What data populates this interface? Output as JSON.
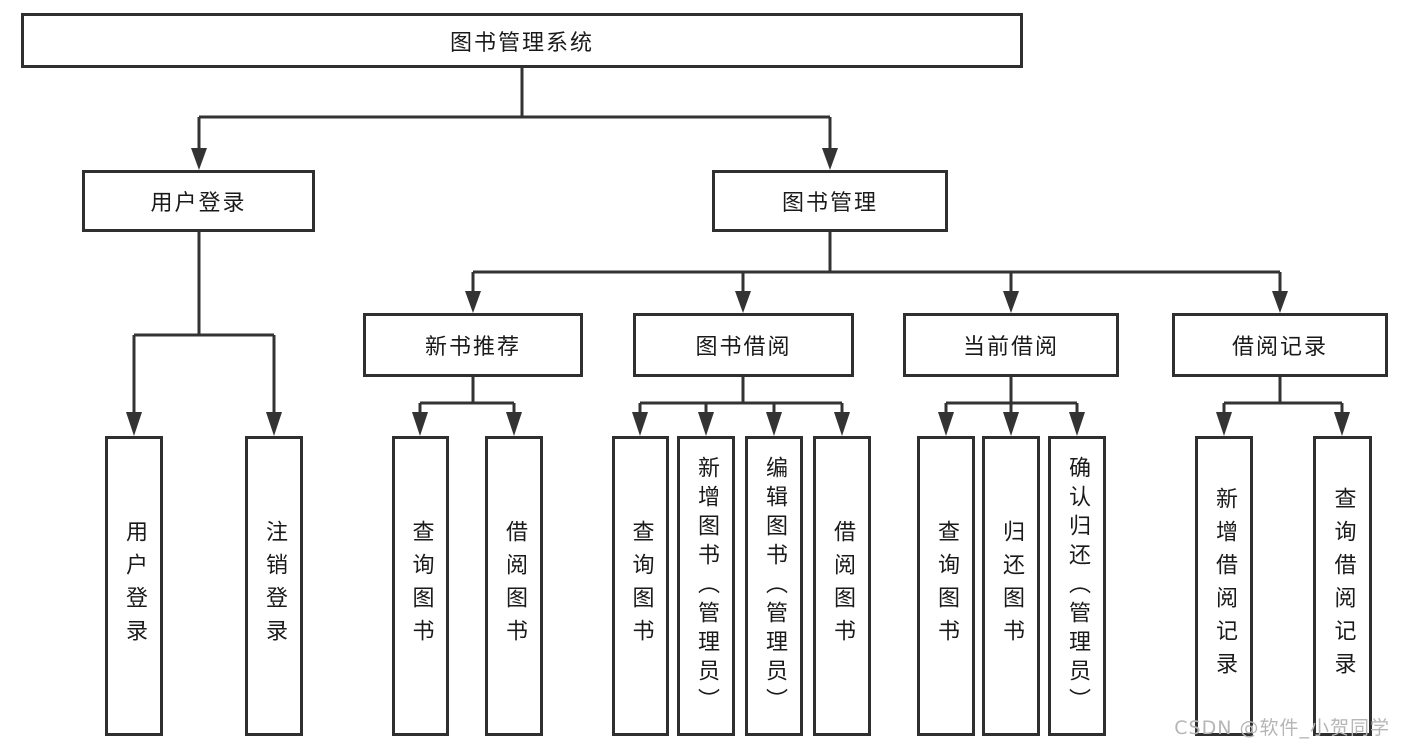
{
  "diagram": {
    "tree": {
      "label": "图书管理系统",
      "children": [
        {
          "label": "用户登录",
          "children": [
            {
              "label": "用户登录"
            },
            {
              "label": "注销登录"
            }
          ]
        },
        {
          "label": "图书管理",
          "children": [
            {
              "label": "新书推荐",
              "children": [
                {
                  "label": "查询图书"
                },
                {
                  "label": "借阅图书"
                }
              ]
            },
            {
              "label": "图书借阅",
              "children": [
                {
                  "label": "查询图书"
                },
                {
                  "label": "新增图书（管理员）"
                },
                {
                  "label": "编辑图书（管理员）"
                },
                {
                  "label": "借阅图书"
                }
              ]
            },
            {
              "label": "当前借阅",
              "children": [
                {
                  "label": "查询图书"
                },
                {
                  "label": "归还图书"
                },
                {
                  "label": "确认归还（管理员）"
                }
              ]
            },
            {
              "label": "借阅记录",
              "children": [
                {
                  "label": "新增借阅记录"
                },
                {
                  "label": "查询借阅记录"
                }
              ]
            }
          ]
        }
      ]
    },
    "watermark": "CSDN @软件_小贺同学",
    "colors": {
      "line": "#333333",
      "border": "#2f2f2f",
      "text": "#1a1a1a",
      "watermark": "#b6b6b6",
      "background": "#ffffff"
    }
  }
}
